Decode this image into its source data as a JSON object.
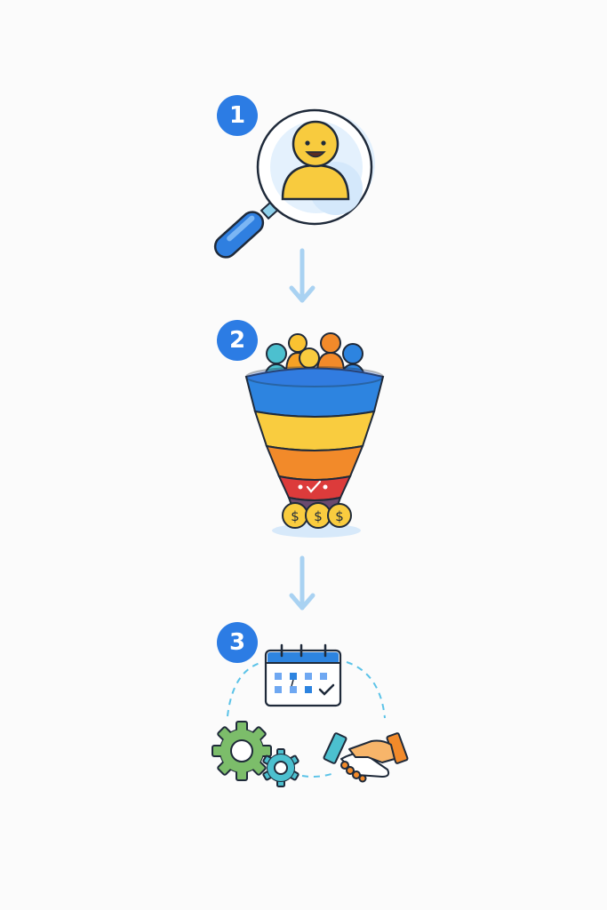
{
  "steps": [
    {
      "number": "1",
      "icon": "magnifier-person-icon",
      "meaning": "find prospect"
    },
    {
      "number": "2",
      "icon": "sales-funnel-icon",
      "meaning": "filter leads into revenue"
    },
    {
      "number": "3",
      "icon": "calendar-gears-handshake-icon",
      "meaning": "schedule, process, close deal"
    }
  ],
  "connectors": [
    "arrow-down",
    "arrow-down"
  ],
  "colors": {
    "badge": "#2c7ce4",
    "arrow": "#a9d2f2",
    "yellow": "#f9cc3f",
    "blue": "#2d84e0",
    "orange": "#f28a2a",
    "red": "#dc3b3b",
    "teal": "#4cc0cf",
    "green": "#7cbd6a"
  }
}
